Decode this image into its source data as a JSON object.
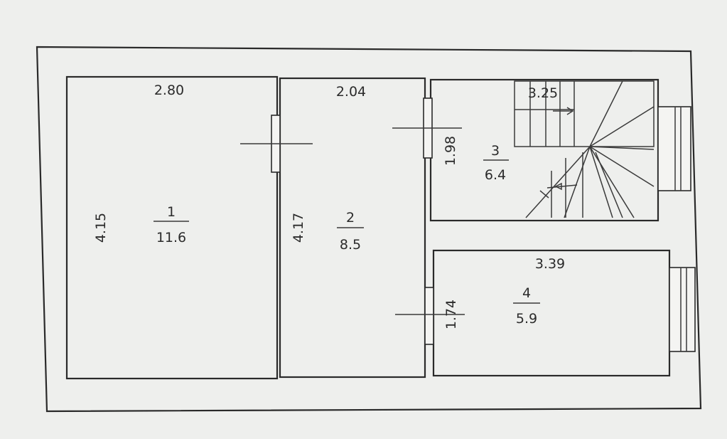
{
  "rooms": [
    {
      "number": "1",
      "area": "11.6",
      "width": "2.80",
      "height": "4.15"
    },
    {
      "number": "2",
      "area": "8.5",
      "width": "2.04",
      "height": "4.17"
    },
    {
      "number": "3",
      "area": "6.4",
      "width": "3.25",
      "height": "1.98"
    },
    {
      "number": "4",
      "area": "5.9",
      "width": "3.39",
      "height": "1.74"
    }
  ]
}
